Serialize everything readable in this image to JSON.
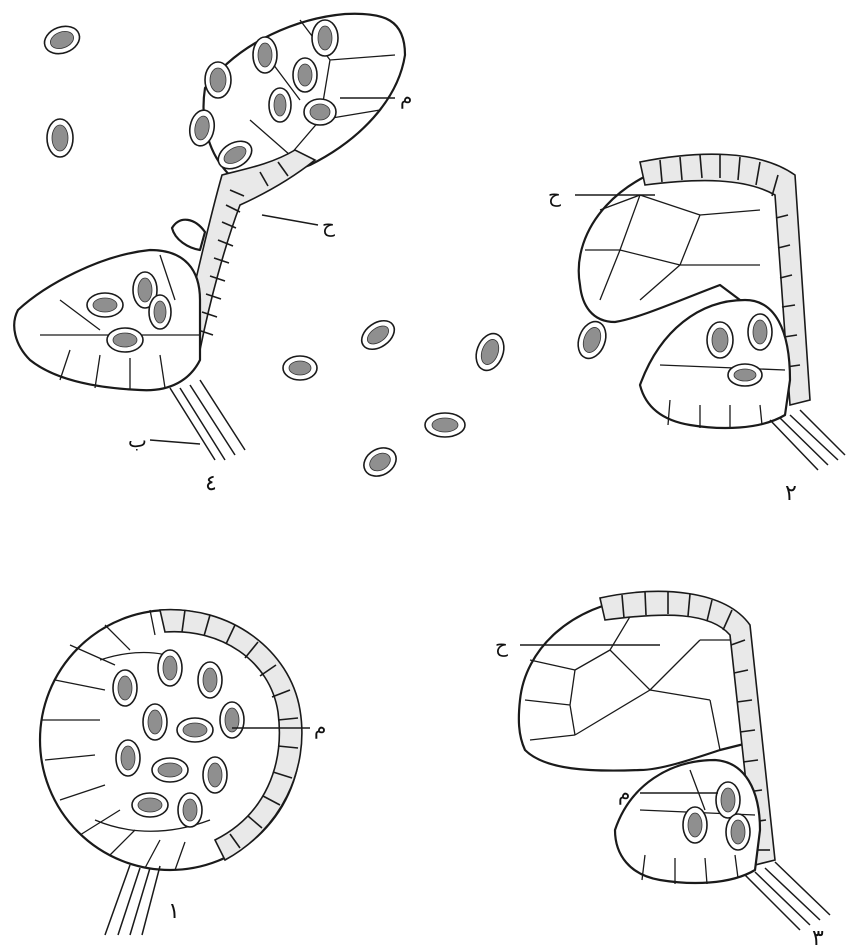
{
  "figure": {
    "labels": {
      "annulus": "ح",
      "spore": "م",
      "stalk": "ب"
    },
    "stage_numbers": {
      "stage_1": "١",
      "stage_2": "٢",
      "stage_3": "٣",
      "stage_4": "٤"
    },
    "colors": {
      "ink": "#1a1a1a",
      "spore_fill": "#8f8f8f",
      "annulus_fill": "#e9e9e9",
      "background": "#ffffff"
    }
  }
}
